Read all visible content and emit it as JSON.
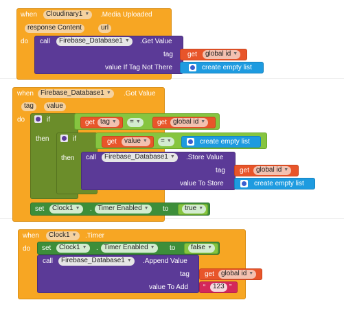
{
  "block1": {
    "when": "when",
    "component": "Cloudinary1",
    "event": ".Media Uploaded",
    "params": [
      "response Content",
      "url"
    ],
    "do": "do",
    "call": "call",
    "call_component": "Firebase_Database1",
    "call_method": ".Get Value",
    "arg_tag": "tag",
    "get": "get",
    "global_id": "global id",
    "arg_value_if": "value If Tag Not There",
    "create_empty_list": "create empty list"
  },
  "block2": {
    "when": "when",
    "component": "Firebase_Database1",
    "event": ".Got Value",
    "params": [
      "tag",
      "value"
    ],
    "do": "do",
    "if": "if",
    "then": "then",
    "get": "get",
    "get_tag": "tag",
    "eq": "=",
    "global_id": "global id",
    "get_value": "value",
    "create_empty_list": "create empty list",
    "call": "call",
    "call_component": "Firebase_Database1",
    "call_method": ".Store Value",
    "arg_tag": "tag",
    "arg_value": "value To Store",
    "set": "set",
    "set_component": "Clock1",
    "set_prop": "Timer Enabled",
    "dot": ".",
    "to": "to",
    "true": "true"
  },
  "block3": {
    "when": "when",
    "component": "Clock1",
    "event": ".Timer",
    "do": "do",
    "set": "set",
    "set_component": "Clock1",
    "dot": ".",
    "set_prop": "Timer Enabled",
    "to": "to",
    "false": "false",
    "call": "call",
    "call_component": "Firebase_Database1",
    "call_method": ".Append Value",
    "arg_tag": "tag",
    "get": "get",
    "global_id": "global id",
    "arg_value": "value To Add",
    "quote_open": "“",
    "text_value": "123",
    "quote_close": "”"
  },
  "colors": {
    "event": "#f7a623",
    "component_call": "#5b3a97",
    "control": "#3d8e3a",
    "variable": "#e8552a",
    "list": "#1e9be0",
    "logic": "#86c540",
    "text": "#d4285a"
  },
  "icons": {
    "dropdown": "chevron-down-icon",
    "mutator": "gear-icon"
  }
}
